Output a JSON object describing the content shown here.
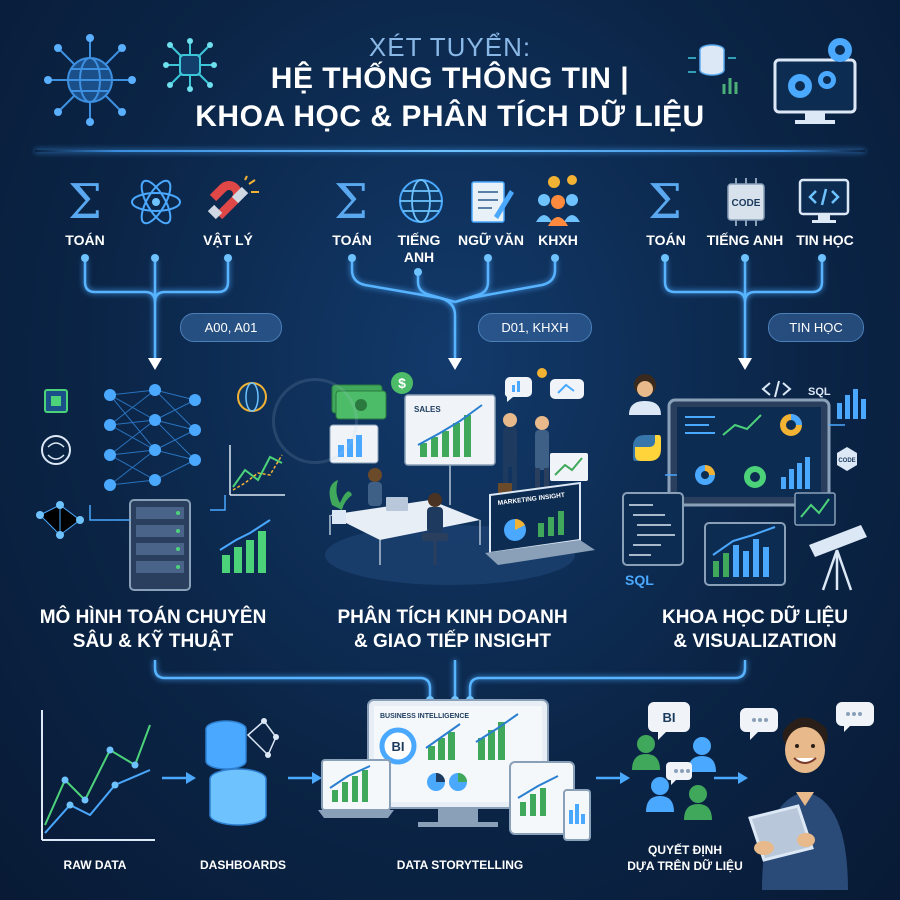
{
  "header": {
    "line1": "XÉT TUYỂN:",
    "line2": "HỆ THỐNG THÔNG TIN |",
    "line3": "KHOA HỌC & PHÂN TÍCH DỮ LIỆU"
  },
  "columns": [
    {
      "subjects": [
        "TOÁN",
        "VẬT LÝ"
      ],
      "badge": "A00, A01",
      "title_line1": "MÔ HÌNH TOÁN CHUYÊN",
      "title_line2": "SÂU & KỸ THUẬT"
    },
    {
      "subjects": [
        "TOÁN",
        "TIẾNG ANH",
        "NGỮ VĂN",
        "KHXH"
      ],
      "badge": "D01, KHXH",
      "title_line1": "PHÂN TÍCH KINH DOANH",
      "title_line2": "& GIAO TIẾP INSIGHT",
      "illustration_texts": [
        "SALES",
        "MARKETING INSIGHT"
      ]
    },
    {
      "subjects": [
        "TOÁN",
        "TIẾNG ANH",
        "TIN HỌC"
      ],
      "badge": "TIN HỌC",
      "title_line1": "KHOA HỌC DỮ LIỆU",
      "title_line2": "& VISUALIZATION",
      "illustration_texts": [
        "SQL",
        "SQL",
        "CODE",
        "CODE"
      ]
    }
  ],
  "pipeline": [
    "RAW DATA",
    "DASHBOARDS",
    "DATA STORYTELLING",
    "QUYẾT ĐỊNH DỰA TRÊN DỮ LIỆU"
  ],
  "pipeline_lines": {
    "decision_line1": "QUYẾT ĐỊNH",
    "decision_line2": "DỰA TRÊN DỮ LIỆU"
  },
  "bi_panel": {
    "header": "BUSINESS INTELLIGENCE",
    "badge": "BI"
  },
  "bubble_text": "BI",
  "colors": {
    "background": "#0b2547",
    "accent": "#4aa8ff",
    "glow": "#6ec3ff",
    "green": "#3fcf8e"
  },
  "icons": [
    "globe-network-icon",
    "circuit-icon",
    "database-icon",
    "gears-monitor-icon",
    "sigma-icon",
    "atom-icon",
    "magnet-icon",
    "globe-icon",
    "notepad-icon",
    "people-gears-icon",
    "code-chip-icon",
    "code-monitor-icon"
  ]
}
